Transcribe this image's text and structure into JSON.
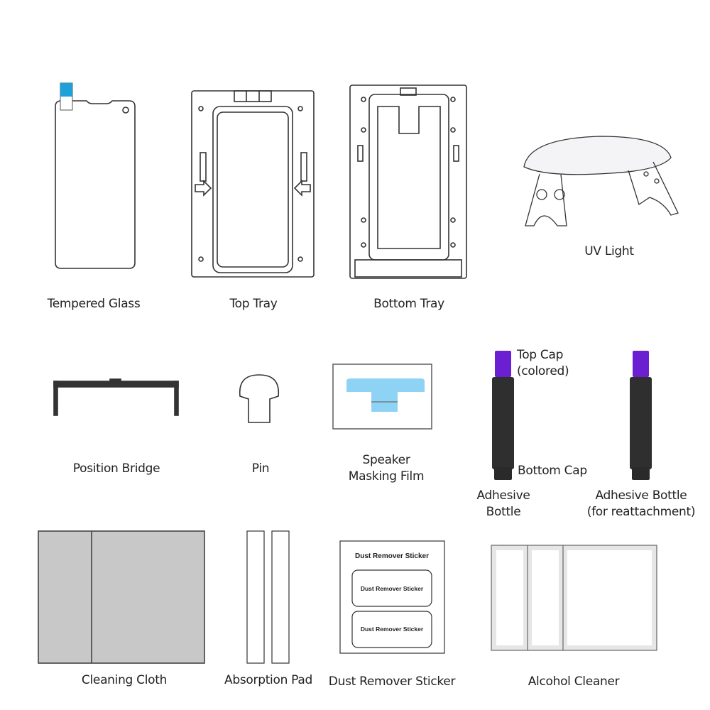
{
  "colors": {
    "stroke": "#333333",
    "film_blue": "#8fd3f4",
    "tab_blue": "#1ea0d8",
    "cap_purple": "#6a1fd1",
    "bottle_body": "#2f2f2f",
    "cloth_gray": "#c8c8c8"
  },
  "items": {
    "tempered_glass": "Tempered Glass",
    "top_tray": "Top Tray",
    "bottom_tray": "Bottom Tray",
    "uv_light": "UV Light",
    "position_bridge": "Position Bridge",
    "pin": "Pin",
    "speaker_film": [
      "Speaker",
      "Masking Film"
    ],
    "adhesive_bottle": [
      "Adhesive",
      "Bottle"
    ],
    "adhesive_bottle_reattach": [
      "Adhesive Bottle",
      "(for reattachment)"
    ],
    "top_cap": [
      "Top Cap",
      "(colored)"
    ],
    "bottom_cap": "Bottom Cap",
    "cleaning_cloth": "Cleaning Cloth",
    "absorption_pad": "Absorption Pad",
    "dust_remover_sticker": "Dust Remover Sticker",
    "alcohol_cleaner": "Alcohol Cleaner"
  },
  "sticker": {
    "title": "Dust Remover Sticker",
    "inner": [
      "Dust Remover Sticker",
      "Dust Remover Sticker"
    ]
  }
}
